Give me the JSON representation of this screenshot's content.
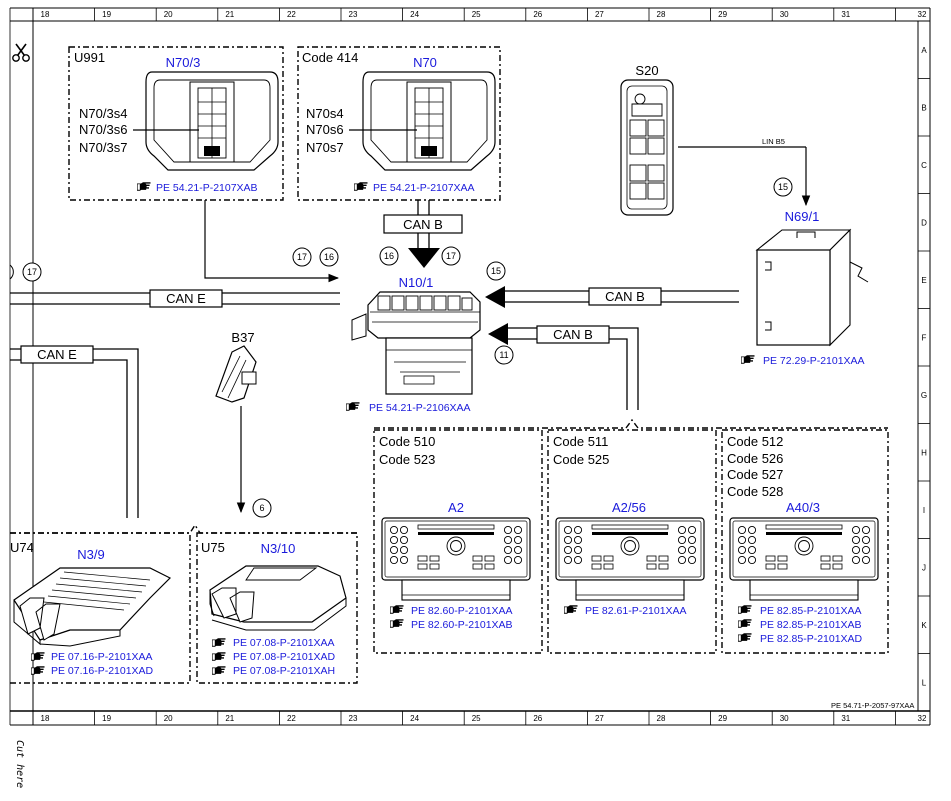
{
  "frame": {
    "grid_numbers": [
      "18",
      "19",
      "20",
      "21",
      "22",
      "23",
      "24",
      "25",
      "26",
      "27",
      "28",
      "29",
      "30",
      "31",
      "32"
    ],
    "row_letters": [
      "A",
      "B",
      "C",
      "D",
      "E",
      "F",
      "G",
      "H",
      "I",
      "J",
      "K",
      "L"
    ],
    "document_ref": "PE 54.71-P-2057-97XAA",
    "cut_label": "Cut here"
  },
  "components": {
    "n70_3": {
      "group_code": "U991",
      "title": "N70/3",
      "switch_labels": [
        "N70/3s4",
        "N70/3s6",
        "N70/3s7"
      ],
      "ref": "PE 54.21-P-2107XAB"
    },
    "n70": {
      "group_code": "Code 414",
      "title": "N70",
      "switch_labels": [
        "N70s4",
        "N70s6",
        "N70s7"
      ],
      "ref": "PE 54.21-P-2107XAA"
    },
    "s20": {
      "title": "S20"
    },
    "n69_1": {
      "title": "N69/1",
      "ref": "PE 72.29-P-2101XAA"
    },
    "n10_1": {
      "title": "N10/1",
      "ref": "PE 54.21-P-2106XAA"
    },
    "b37": {
      "title": "B37"
    },
    "a2": {
      "codes": [
        "Code 510",
        "Code 523"
      ],
      "title": "A2",
      "refs": [
        "PE 82.60-P-2101XAA",
        "PE 82.60-P-2101XAB"
      ]
    },
    "a2_56": {
      "codes": [
        "Code 511",
        "Code 525"
      ],
      "title": "A2/56",
      "refs": [
        "PE 82.61-P-2101XAA"
      ]
    },
    "a40_3": {
      "codes": [
        "Code 512",
        "Code 526",
        "Code 527",
        "Code 528"
      ],
      "title": "A40/3",
      "refs": [
        "PE 82.85-P-2101XAA",
        "PE 82.85-P-2101XAB",
        "PE 82.85-P-2101XAD"
      ]
    },
    "n3_9": {
      "group_code": "U74",
      "title": "N3/9",
      "refs": [
        "PE 07.16-P-2101XAA",
        "PE 07.16-P-2101XAD"
      ]
    },
    "n3_10": {
      "group_code": "U75",
      "title": "N3/10",
      "refs": [
        "PE 07.08-P-2101XAA",
        "PE 07.08-P-2101XAD",
        "PE 07.08-P-2101XAH"
      ]
    }
  },
  "buses": {
    "can_e": "CAN E",
    "can_b": "CAN B",
    "lin": "LIN B5"
  },
  "markers": {
    "m6": "6",
    "m11": "11",
    "m15": "15",
    "m16": "16",
    "m17": "17"
  },
  "icons": {
    "pointer": "pointing-hand-icon",
    "scissors": "scissors-icon"
  }
}
